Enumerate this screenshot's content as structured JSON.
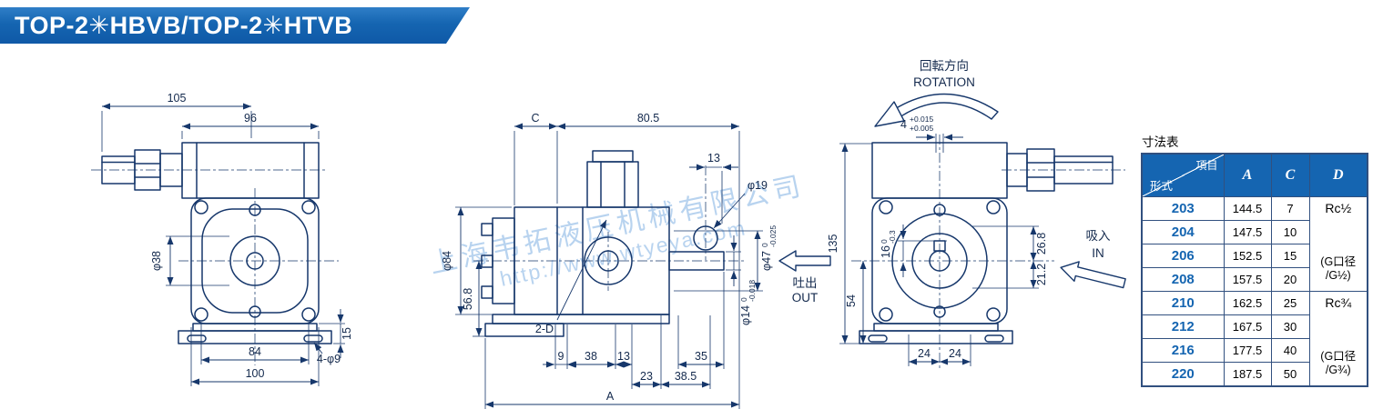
{
  "header": {
    "title": "TOP-2✳HBVB/TOP-2✳HTVB"
  },
  "watermark": {
    "line1": "上海韦拓液压机械有限公司",
    "line2": "http://www.wtyeya.com"
  },
  "front_view": {
    "dim_105": "105",
    "dim_96": "96",
    "dim_phi38": "φ38",
    "dim_84": "84",
    "dim_100": "100",
    "dim_15": "15",
    "dim_4phi9": "4-φ9"
  },
  "side_view": {
    "dim_C": "C",
    "dim_805": "80.5",
    "dim_13_top": "13",
    "dim_phi19": "φ19",
    "dim_phi84": "φ84",
    "dim_568": "56.8",
    "dim_2D": "2-D",
    "out_jp": "吐出",
    "out_en": "OUT",
    "phi47_main": "φ47",
    "phi47_tol_top": "0",
    "phi47_tol_bot": "-0.025",
    "phi14_main": "φ14",
    "phi14_tol_top": "0",
    "phi14_tol_bot": "-0.018",
    "dim_9": "9",
    "dim_38": "38",
    "dim_13_bottom": "13",
    "dim_23": "23",
    "dim_35": "35",
    "dim_385": "38.5",
    "dim_A": "A"
  },
  "rear_view": {
    "rotation_jp": "回転方向",
    "rotation_en": "ROTATION",
    "key_main": "4",
    "key_tol_top": "+0.015",
    "key_tol_bot": "+0.005",
    "dim_135": "135",
    "dim16_main": "16",
    "dim16_tol_top": "0",
    "dim16_tol_bot": "-0.3",
    "dim_54": "54",
    "dim_268": "26.8",
    "dim_212": "21.2",
    "dim_24_left": "24",
    "dim_24_right": "24",
    "in_jp": "吸入",
    "in_en": "IN"
  },
  "table": {
    "title": "寸法表",
    "corner_top": "項目",
    "corner_bottom": "形式",
    "col_a": "A",
    "col_c": "C",
    "col_d": "D",
    "rows": [
      {
        "model": "203",
        "a": "144.5",
        "c": "7"
      },
      {
        "model": "204",
        "a": "147.5",
        "c": "10"
      },
      {
        "model": "206",
        "a": "152.5",
        "c": "15"
      },
      {
        "model": "208",
        "a": "157.5",
        "c": "20"
      },
      {
        "model": "210",
        "a": "162.5",
        "c": "25"
      },
      {
        "model": "212",
        "a": "167.5",
        "c": "30"
      },
      {
        "model": "216",
        "a": "177.5",
        "c": "40"
      },
      {
        "model": "220",
        "a": "187.5",
        "c": "50"
      }
    ],
    "d_groups": [
      {
        "size": "Rc½",
        "note1": "(G口径",
        "note2": "/G½)"
      },
      {
        "size": "Rc¾",
        "note1": "(G口径",
        "note2": "/G¾)"
      }
    ]
  },
  "colors": {
    "accent": "#1565b1",
    "drawing_line": "#16376b",
    "watermark": "#7dafe1"
  }
}
